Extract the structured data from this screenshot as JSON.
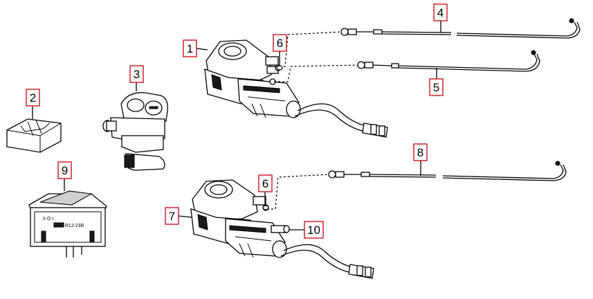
{
  "callouts": {
    "c1": "1",
    "c2": "2",
    "c3": "3",
    "c4": "4",
    "c5": "5",
    "c6a": "6",
    "c6b": "6",
    "c7": "7",
    "c8": "8",
    "c9": "9",
    "c10": "10"
  },
  "switch_marking": "R1J-23B",
  "colors": {
    "callout_border": "#d0121b",
    "line": "#000000"
  }
}
